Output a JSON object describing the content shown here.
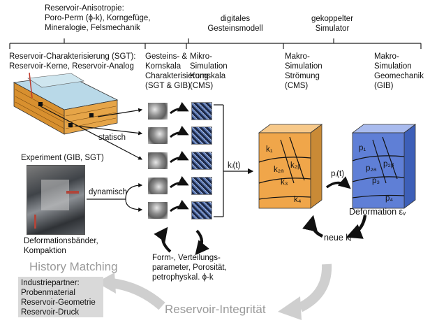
{
  "top": {
    "anisotropy": "Reservoir-Anisotropie:\nPoro-Perm (ϕ-k), Korngefüge,\nMineralogie, Felsmechanik",
    "digital": "digitales\nGesteinsmodell",
    "coupled": "gekoppelter\nSimulator"
  },
  "columns": {
    "characterization": "Reservoir-Charakterisierung (SGT):\nReservoir-Kerne, Reservoir-Analog",
    "grain_scale": "Gesteins- &\nKornskala\nCharakterisierung\n(SGT & GIB)",
    "micro_sim": "Mikro-\nSimulation\nKornskala\n(CMS)",
    "macro_flow": "Makro-\nSimulation\nStrömung\n(CMS)",
    "macro_geomech": "Makro-\nSimulation\nGeomechanik\n(GIB)"
  },
  "left": {
    "static": "statisch",
    "experiment": "Experiment (GIB, SGT)",
    "dynamic": "dynamisch",
    "deformation_bands": "Deformationsbänder,\nKompaktion"
  },
  "flow_labels": {
    "ki": "kᵢ(t)",
    "pi": "pᵢ(t)",
    "deformation": "Deformation εᵥ",
    "new_k": "neue kᵢ"
  },
  "flow_block": {
    "labels": [
      "k₁",
      "k₂ₐ",
      "k₂ᵦ",
      "k₃",
      "k₄"
    ]
  },
  "geomech_block": {
    "labels": [
      "p₁",
      "p₂ₐ",
      "p₂ᵦ",
      "p₃",
      "p₄"
    ]
  },
  "parameters": "Form-, Verteilungs-\nparameter, Porosität,\npetrophyskal. ϕ-k",
  "history_matching": "History Matching",
  "reservoir_integrity": "Reservoir-Integrität",
  "partner": "Industriepartner:\nProbenmaterial\nReservoir-Geometrie\nReservoir-Druck",
  "colors": {
    "flow": "#f0a64a",
    "geomech": "#5f7fd6",
    "gray_arrow": "#cfcfcf",
    "text_gray": "#9a9a9a"
  }
}
